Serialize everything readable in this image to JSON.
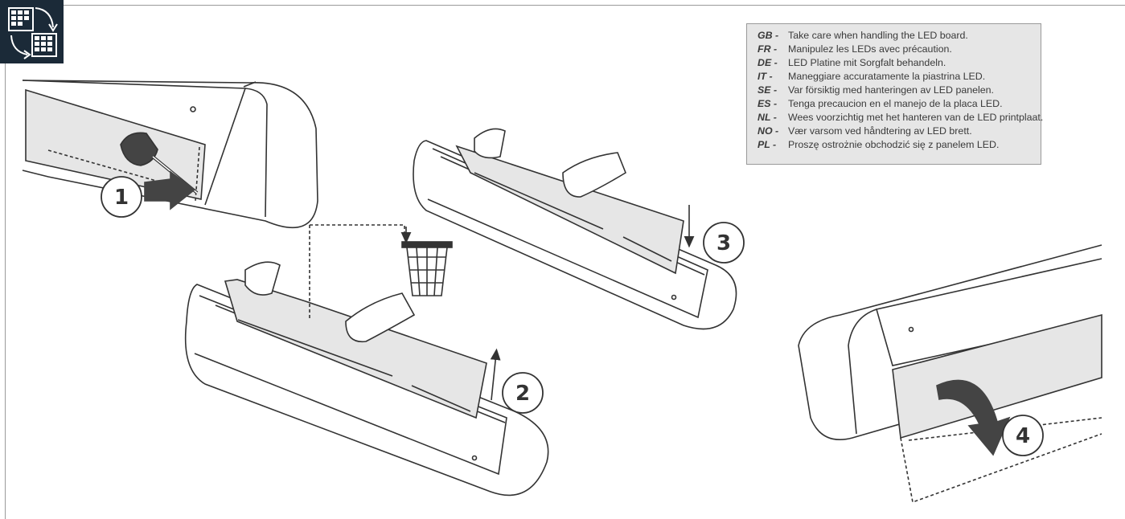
{
  "steps": [
    {
      "number": "1"
    },
    {
      "number": "2"
    },
    {
      "number": "3"
    },
    {
      "number": "4"
    }
  ],
  "icons": {
    "corner": "grid-swap-icon",
    "bin": "trash-bin-icon"
  },
  "colors": {
    "outline": "#333333",
    "panel_fill": "#e6e6e6",
    "arrow_fill": "#444444",
    "icon_bg": "#1b2a38"
  },
  "legend": {
    "items": [
      {
        "code": "GB -",
        "text": "Take care when handling the LED board."
      },
      {
        "code": "FR -",
        "text": "Manipulez les LEDs avec précaution."
      },
      {
        "code": "DE -",
        "text": "LED Platine mit Sorgfalt behandeln."
      },
      {
        "code": "IT -",
        "text": "Maneggiare accuratamente la piastrina LED."
      },
      {
        "code": "SE -",
        "text": "Var försiktig med hanteringen av LED panelen."
      },
      {
        "code": "ES -",
        "text": "Tenga precaucion en el manejo de la placa LED."
      },
      {
        "code": "NL -",
        "text": "Wees voorzichtig met het hanteren van de LED printplaat."
      },
      {
        "code": "NO -",
        "text": "Vær varsom ved håndtering av LED brett."
      },
      {
        "code": "PL -",
        "text": "Proszę ostrożnie obchodzić się z panelem LED."
      }
    ]
  }
}
